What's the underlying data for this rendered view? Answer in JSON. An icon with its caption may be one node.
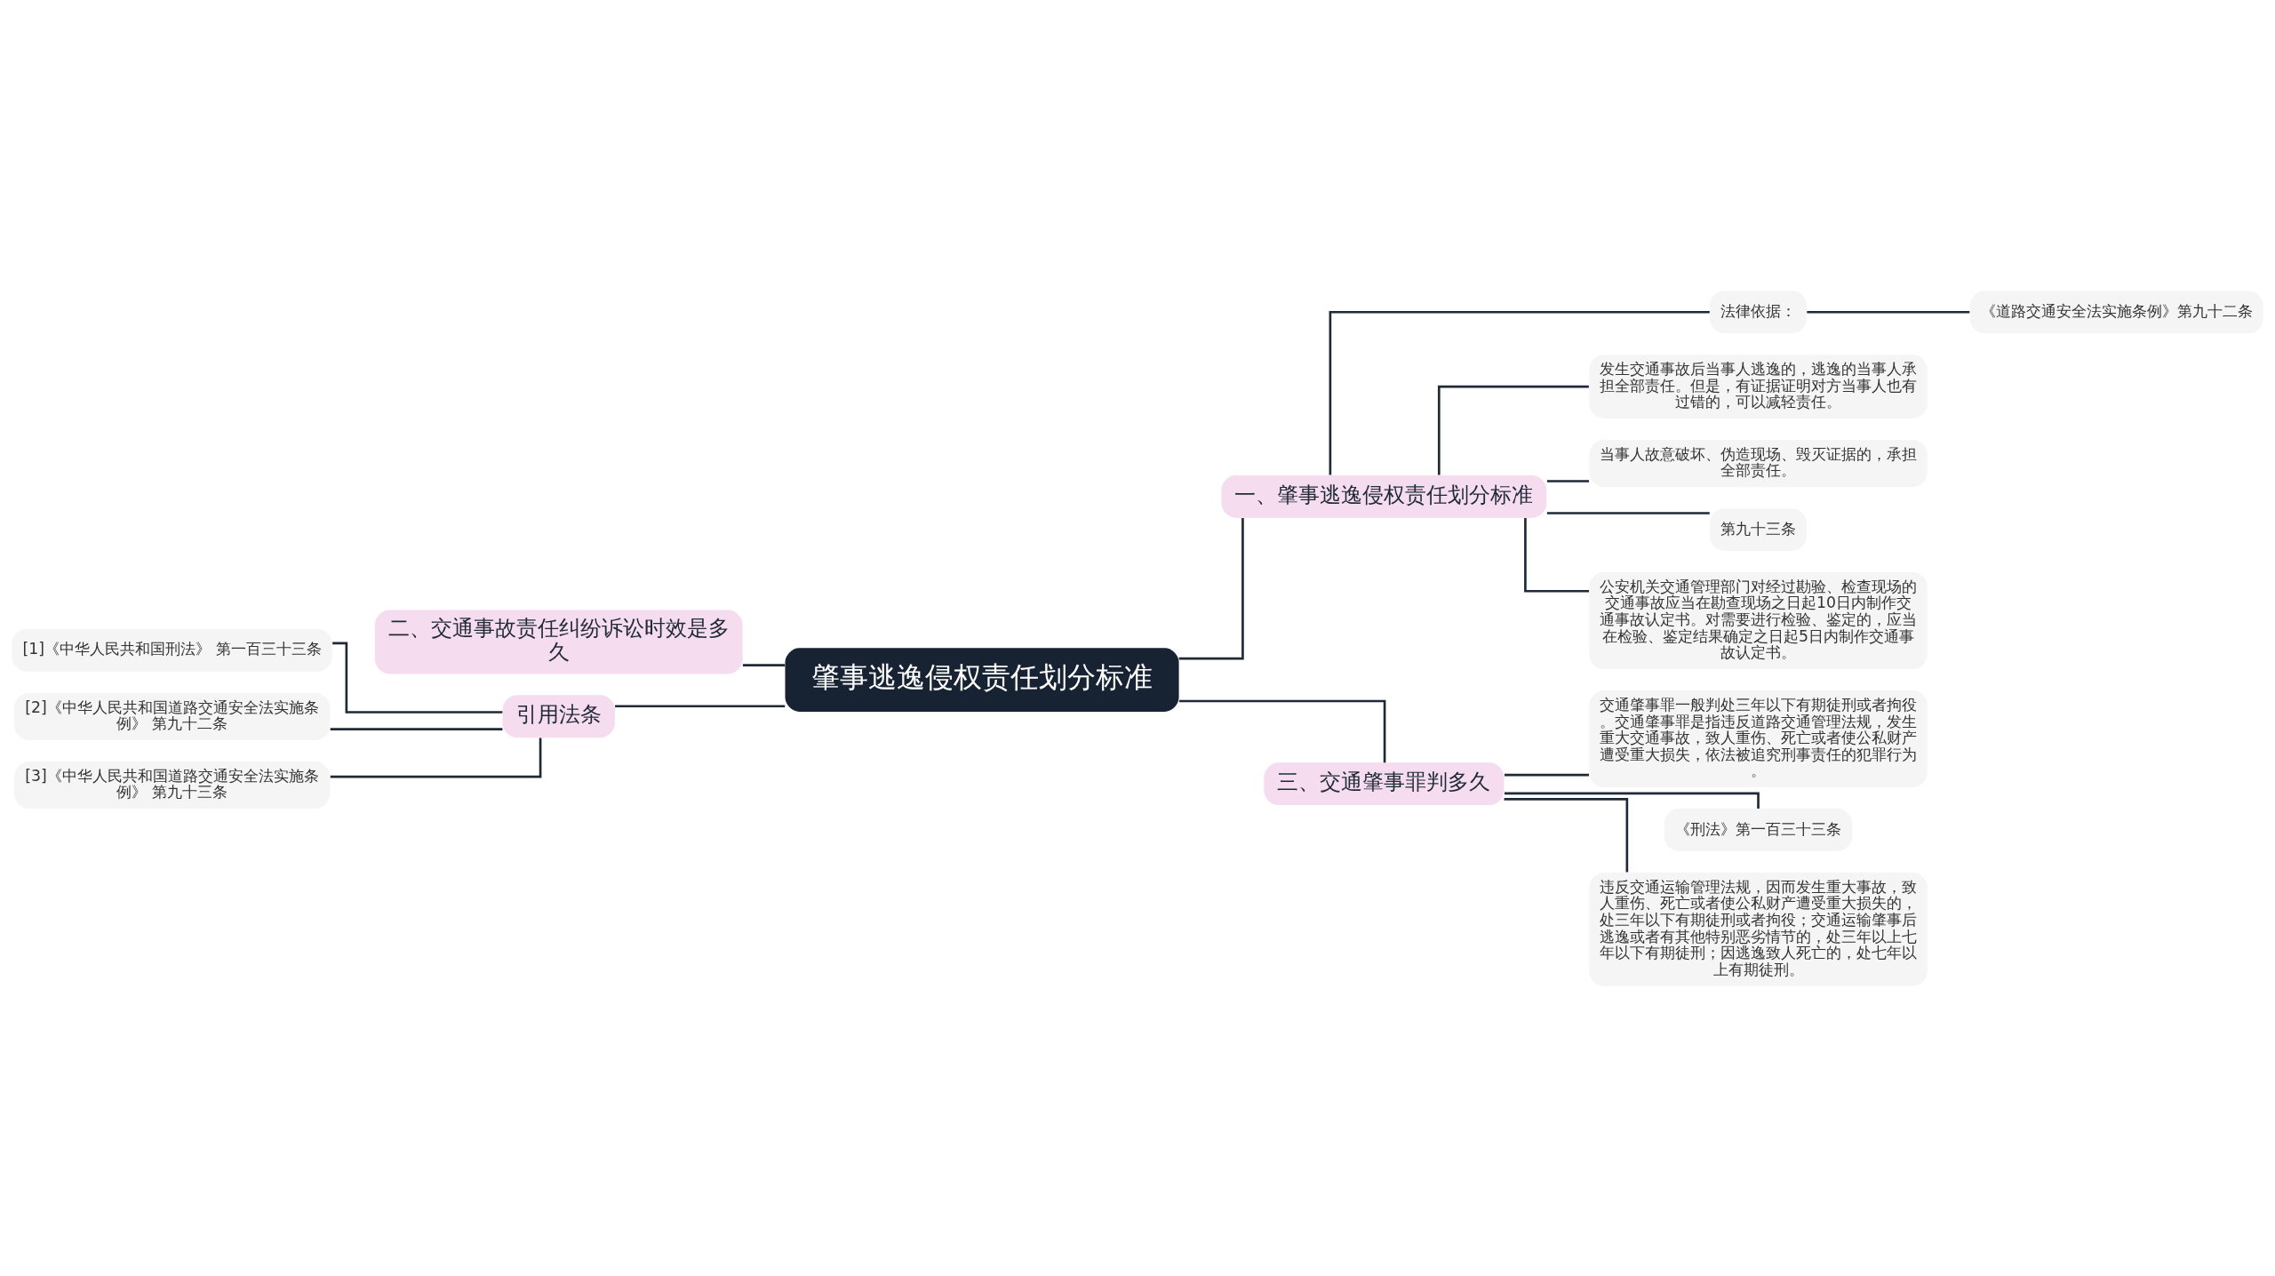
{
  "diagram": {
    "nodes": [
      {
        "text": [
          "肇事逃逸侵权责任划分标准"
        ]
      },
      {
        "text": [
          "一、肇事逃逸侵权责任划分标准"
        ]
      },
      {
        "text": [
          "法律依据："
        ]
      },
      {
        "text": [
          "《道路交通安全法实施条例》第九十二条"
        ]
      },
      {
        "text": [
          "发生交通事故后当事人逃逸的，逃逸的当事人承担全部责任。但是，有证据证明对方当事人也有过错的，可以减轻责任。"
        ]
      },
      {
        "text": [
          "当事人故意破坏、伪造现场、毁灭证据的，承担全部责任。"
        ]
      },
      {
        "text": [
          "第九十三条"
        ]
      },
      {
        "text": [
          "公安机关交通管理部门对经过勘验、检查现场的交通事故应当在勘查现场之日起10日内制作交通事故认定书。对需要进行检验、鉴定的，应当在检验、鉴定结果确定之日起5日内制作交通事故认定书。"
        ]
      },
      {
        "text": [
          "三、交通肇事罪判多久"
        ]
      },
      {
        "text": [
          "交通肇事罪一般判处三年以下有期徒刑或者拘役。交通肇事罪是指违反道路交通管理法规，发生重大交通事故，致人重伤、死亡或者使公私财产遭受重大损失，依法被追究刑事责任的犯罪行为。"
        ]
      },
      {
        "text": [
          "《刑法》第一百三十三条"
        ]
      },
      {
        "text": [
          "违反交通运输管理法规，因而发生重大事故，致人重伤、死亡或者使公私财产遭受重大损失的，处三年以下有期徒刑或者拘役；交通运输肇事后逃逸或者有其他特别恶劣情节的，处三年以上七年以下有期徒刑；因逃逸致人死亡的，处七年以上有期徒刑。"
        ]
      },
      {
        "text": [
          "二、交通事故责任纠纷诉讼时效是多久"
        ]
      },
      {
        "text": [
          "引用法条"
        ]
      },
      {
        "text": [
          "[1]《中华人民共和国刑法》 第一百三十三条"
        ]
      },
      {
        "text": [
          "[2]《中华人民共和国道路交通安全法实施条例》 第九十二条"
        ]
      },
      {
        "text": [
          "[3]《中华人民共和国道路交通安全法实施条例》 第九十三条"
        ]
      }
    ],
    "edges": [
      {
        "from": 0,
        "to": 1,
        "arrow": "none"
      },
      {
        "from": 1,
        "to": 2,
        "arrow": "none"
      },
      {
        "from": 2,
        "to": 3,
        "arrow": "none"
      },
      {
        "from": 1,
        "to": 4,
        "arrow": "none"
      },
      {
        "from": 1,
        "to": 5,
        "arrow": "none"
      },
      {
        "from": 1,
        "to": 6,
        "arrow": "none"
      },
      {
        "from": 1,
        "to": 7,
        "arrow": "none"
      },
      {
        "from": 0,
        "to": 8,
        "arrow": "none"
      },
      {
        "from": 8,
        "to": 9,
        "arrow": "none"
      },
      {
        "from": 8,
        "to": 10,
        "arrow": "none"
      },
      {
        "from": 8,
        "to": 11,
        "arrow": "none"
      },
      {
        "from": 0,
        "to": 12,
        "arrow": "none"
      },
      {
        "from": 0,
        "to": 13,
        "arrow": "none"
      },
      {
        "from": 13,
        "to": 14,
        "arrow": "none"
      },
      {
        "from": 13,
        "to": 15,
        "arrow": "none"
      },
      {
        "from": 13,
        "to": 16,
        "arrow": "none"
      }
    ]
  }
}
